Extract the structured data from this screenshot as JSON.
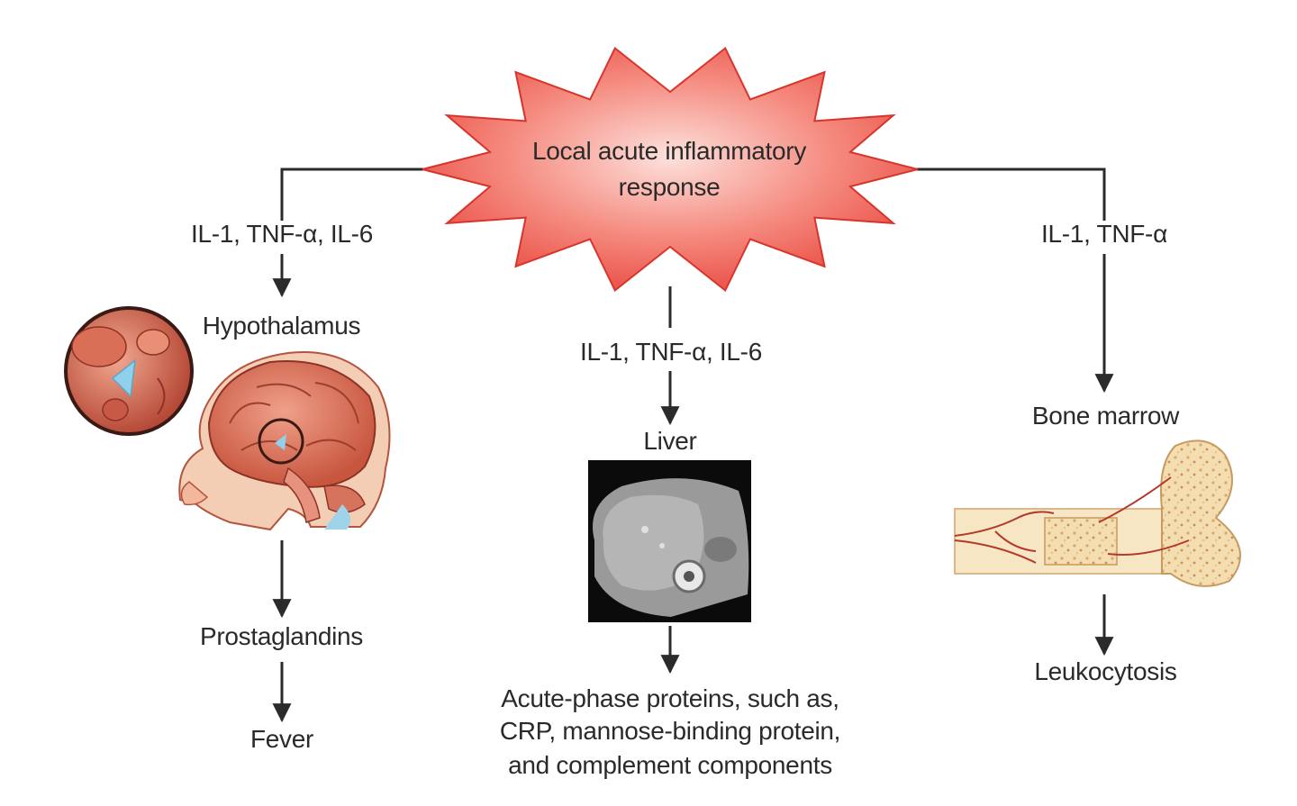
{
  "center": {
    "line1": "Local acute inflammatory",
    "line2": "response",
    "fill_color": "#e8493f",
    "glow_color": "#fde1dc"
  },
  "left": {
    "cytokines": "IL-1, TNF-α, IL-6",
    "organ": "Hypothalamus",
    "mediator": "Prostaglandins",
    "outcome": "Fever"
  },
  "middle": {
    "cytokines": "IL-1, TNF-α, IL-6",
    "organ": "Liver",
    "outcome_lines": [
      "Acute-phase proteins, such as,",
      "CRP, mannose-binding protein,",
      "and complement components"
    ]
  },
  "right": {
    "cytokines": "IL-1, TNF-α",
    "organ": "Bone marrow",
    "outcome": "Leukocytosis"
  },
  "colors": {
    "line": "#2b2b2b",
    "text": "#2a2a2a"
  }
}
